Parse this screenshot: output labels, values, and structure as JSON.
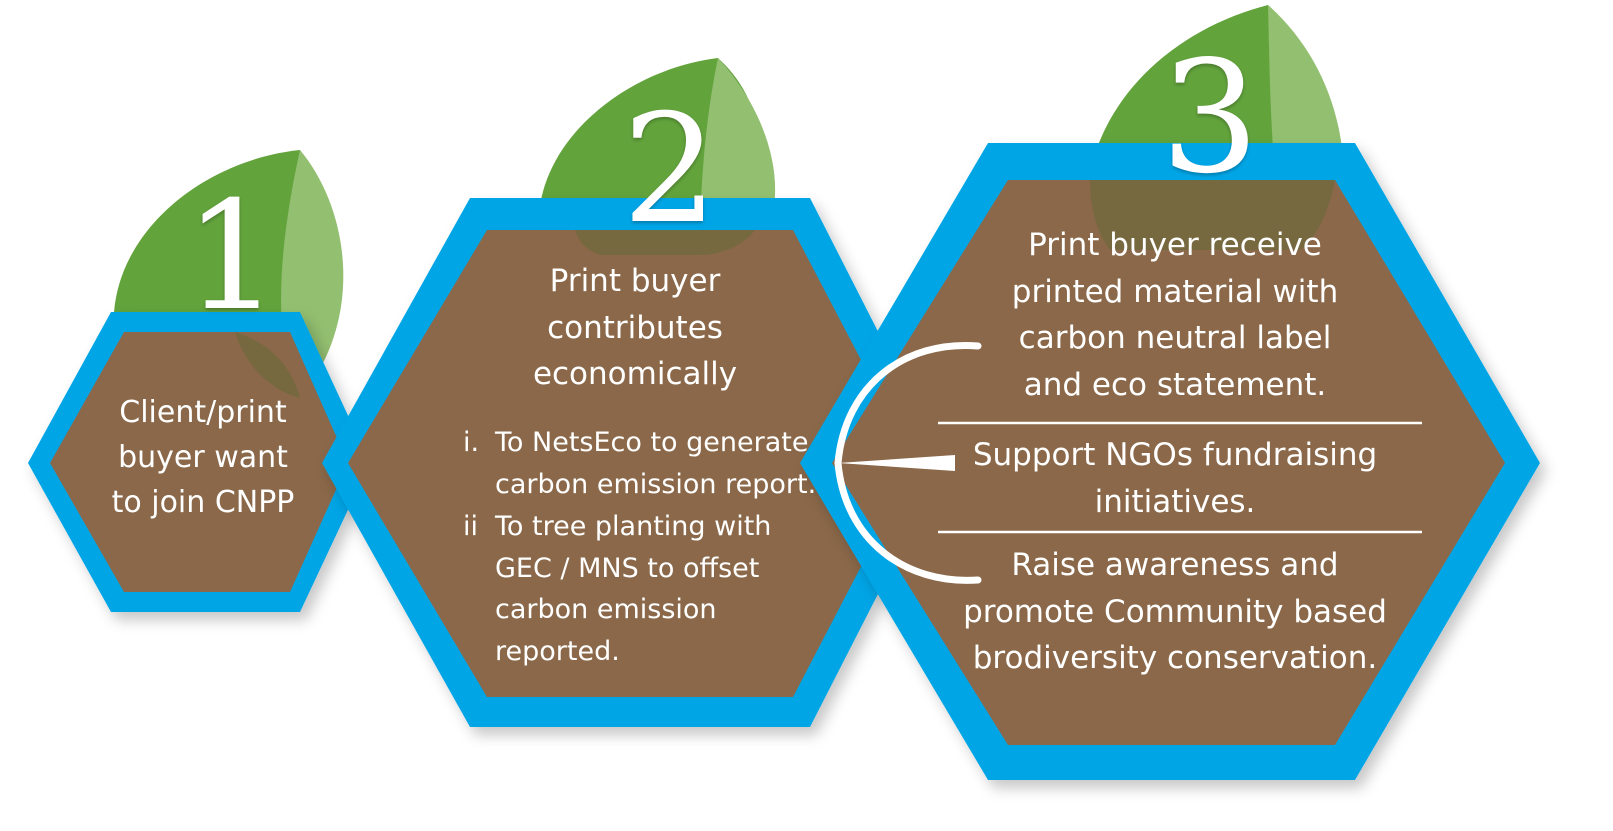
{
  "colors": {
    "border": "#06a5e6",
    "body": "#8a6748",
    "leaf_dark": "#62a33c",
    "leaf_light": "#93bf70",
    "text": "#ffffff"
  },
  "steps": [
    {
      "number": "1",
      "lines": [
        "Client/print",
        "buyer want",
        "to join CNPP"
      ]
    },
    {
      "number": "2",
      "lines": [
        "Print buyer",
        "contributes",
        "economically"
      ],
      "items": [
        {
          "marker": "i.",
          "lines": [
            "To NetsEco to generate",
            "carbon emission report."
          ]
        },
        {
          "marker": "ii",
          "lines": [
            "To tree planting with",
            "GEC / MNS to offset",
            "carbon emission",
            "reported."
          ]
        }
      ]
    },
    {
      "number": "3",
      "benefits": [
        {
          "lines": [
            "Print buyer receive",
            "printed material with",
            "carbon neutral label",
            "and eco statement."
          ]
        },
        {
          "lines": [
            "Support NGOs fundraising",
            "initiatives."
          ]
        },
        {
          "lines": [
            "Raise awareness and",
            "promote Community based",
            "brodiversity conservation."
          ]
        }
      ]
    }
  ]
}
